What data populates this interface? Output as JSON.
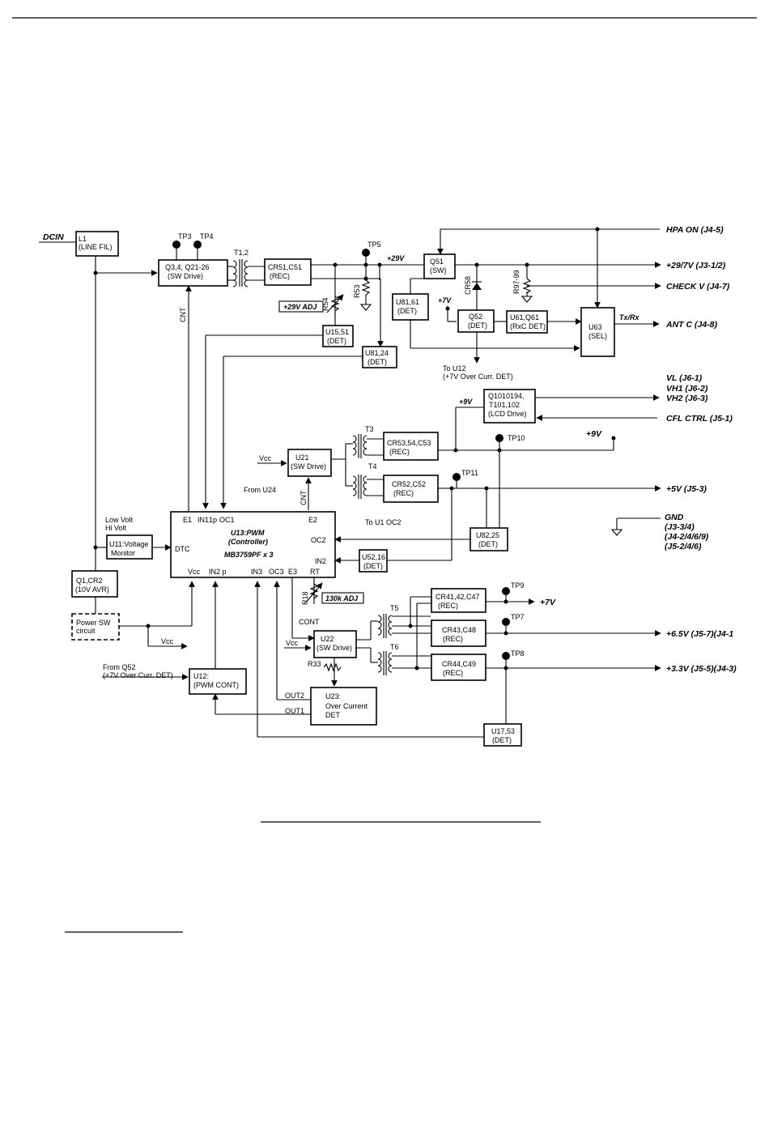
{
  "inputs": {
    "dcin": "DCIN"
  },
  "outputs": {
    "hpa_on": "HPA ON (J4-5)",
    "v29_7": "+29/7V (J3-1/2)",
    "check_v": "CHECK V (J4-7)",
    "ant_c": "ANT C (J4-8)",
    "vl": "VL (J6-1)",
    "vh1": "VH1 (J6-2)",
    "vh2": "VH2 (J6-3)",
    "cfl_ctrl": "CFL CTRL (J5-1)",
    "v5": "+5V (J5-3)",
    "v65": "+6.5V (J5-7)(J4-1",
    "v33": "+3.3V (J5-5)(J4-3)",
    "v7": "+7V",
    "v9": "+9V",
    "gnd": "GND",
    "gnd_pins": [
      "(J3-3/4)",
      "(J4-2/4/6/9)",
      "(J5-2/4/6)"
    ]
  },
  "blocks": {
    "l1": [
      "L1",
      "(LINE FIL)"
    ],
    "q3": [
      "Q3,4, Q21-26",
      "(SW Drive)"
    ],
    "cr51": [
      "CR51,C51",
      "(REC)"
    ],
    "q51": [
      "Q51",
      "(SW)"
    ],
    "u81_61": [
      "U81,61",
      "(DET)"
    ],
    "q52": [
      "Q52",
      "(DET)"
    ],
    "u61": [
      "U61,Q61",
      "(RxC DET)"
    ],
    "u63": [
      "U63",
      "(SEL)"
    ],
    "u15": [
      "U15,51",
      "(DET)"
    ],
    "u81_24": [
      "U81,24",
      "(DET)"
    ],
    "q1010194": [
      "Q1010194,",
      "T101,102",
      "(LCD Drive)"
    ],
    "u21": [
      "U21",
      "(SW Drive)"
    ],
    "cr53": [
      "CR53,54,C53",
      "(REC)"
    ],
    "cr52": [
      "CR52,C52",
      "(REC)"
    ],
    "u13": [
      "U13:PWM",
      "(Controller)",
      "MB3759PF x 3"
    ],
    "u11": [
      "U11:Voltage",
      "Monitor"
    ],
    "q1": [
      "Q1,CR2",
      "(10V AVR)"
    ],
    "u82": [
      "U82,25",
      "(DET)"
    ],
    "u52": [
      "U52,16",
      "(DET)"
    ],
    "power_sw": [
      "Power SW",
      "circuit"
    ],
    "u12": [
      "U12:",
      "(PWM CONT)"
    ],
    "u22": [
      "U22",
      "(SW Drive)"
    ],
    "u23": [
      "U23:",
      "Over Current",
      "DET"
    ],
    "cr41": [
      "CR41,42,C47",
      "(REC)"
    ],
    "cr43": [
      "CR43,C48",
      "(REC)"
    ],
    "cr44": [
      "CR44,C49",
      "(REC)"
    ],
    "u17": [
      "U17,53",
      "(DET)"
    ]
  },
  "pins": {
    "e1": "E1",
    "in1": "IN1",
    "in1p": "1p",
    "oc1": "OC1",
    "e2": "E2",
    "oc2": "OC2",
    "in2": "IN2",
    "dtc": "DTC",
    "vcc": "Vcc",
    "in2p": "IN2 p",
    "in3": "IN3",
    "oc3": "OC3",
    "e3": "E3",
    "rt": "RT"
  },
  "labels": {
    "tp3": "TP3",
    "tp4": "TP4",
    "tp5": "TP5",
    "tp7": "TP7",
    "tp8": "TP8",
    "tp9": "TP9",
    "tp10": "TP10",
    "tp11": "TP11",
    "t12": "T1,2",
    "t3": "T3",
    "t4": "T4",
    "t5": "T5",
    "t6": "T6",
    "plus29": "+29V",
    "plus7": "+7V",
    "plus9": "+9V",
    "r53": "R53",
    "r54": "R54",
    "cr58": "CR58",
    "r97": "R97-99",
    "r18": "R18",
    "r33": "R33",
    "adj29": "+29V ADJ",
    "adj130": "130k ADJ",
    "cnt": "CNT",
    "cont": "CONT",
    "txrx": "Tx/Rx",
    "to_u12": "To U12",
    "to_u12_sub": "(+7V Over Curr. DET)",
    "from_u24": "From U24",
    "to_u1": "To U1 OC2",
    "low_volt": "Low Volt",
    "hi_volt": "Hi Volt",
    "vcc": "Vcc",
    "from_q52": "From Q52",
    "from_q52_sub": "(+7V Over Curr. DET)",
    "out1": "OUT1",
    "out2": "OUT2"
  }
}
